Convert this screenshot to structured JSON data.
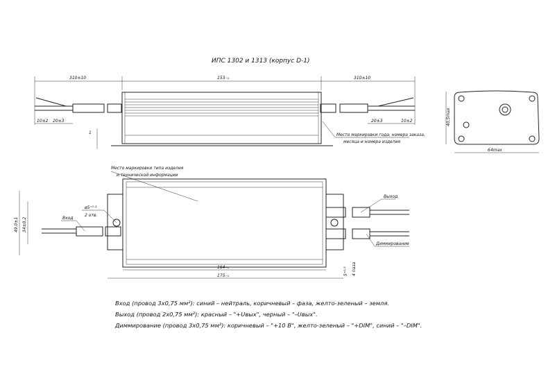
{
  "title": "ИПС 1302 и 1313 (корпус D-1)",
  "top_view": {
    "dim_cable_left": "310±10",
    "dim_body": "153₋₁",
    "dim_cable_right": "310±10",
    "dim_strip_left": "10±2",
    "dim_jacket_left": "20±3",
    "dim_jacket_right": "20±3",
    "dim_strip_right": "10±2",
    "dim_flange": "1",
    "marking_note_line1": "Место маркировки года, номера заказа,",
    "marking_note_line2": "месяца и номера изделия"
  },
  "side_view": {
    "dim_height": "40,5max",
    "dim_width": "64max"
  },
  "bottom_view": {
    "marking_note_line1": "Место маркировки типа изделия",
    "marking_note_line2": "и технической информации",
    "hole_dim": "ø5⁺⁰·¹",
    "hole_count": "2 отв.",
    "input_label": "Вход",
    "output_label": "Выход",
    "dimming_label": "Диммирование",
    "dim_total_height": "49,0±1",
    "dim_hole_spacing": "34±0,2",
    "dim_body_length": "164₋₁",
    "dim_total_length": "175₋₁",
    "dim_slot": "5⁺⁰·³",
    "slot_count": "4 паза"
  },
  "notes": [
    "Вход (провод 3х0,75 мм²): синий – нейтраль, коричневый – фаза, желто-зеленый – земля.",
    "Выход (провод 2х0,75 мм²): красный – \"+Uвых\", черный – \"–Uвых\".",
    "Диммирование (провод 3х0,75 мм²): коричневый – \"+10 В\", желто-зеленый – \"+DIM\", синий – \"–DIM\"."
  ]
}
